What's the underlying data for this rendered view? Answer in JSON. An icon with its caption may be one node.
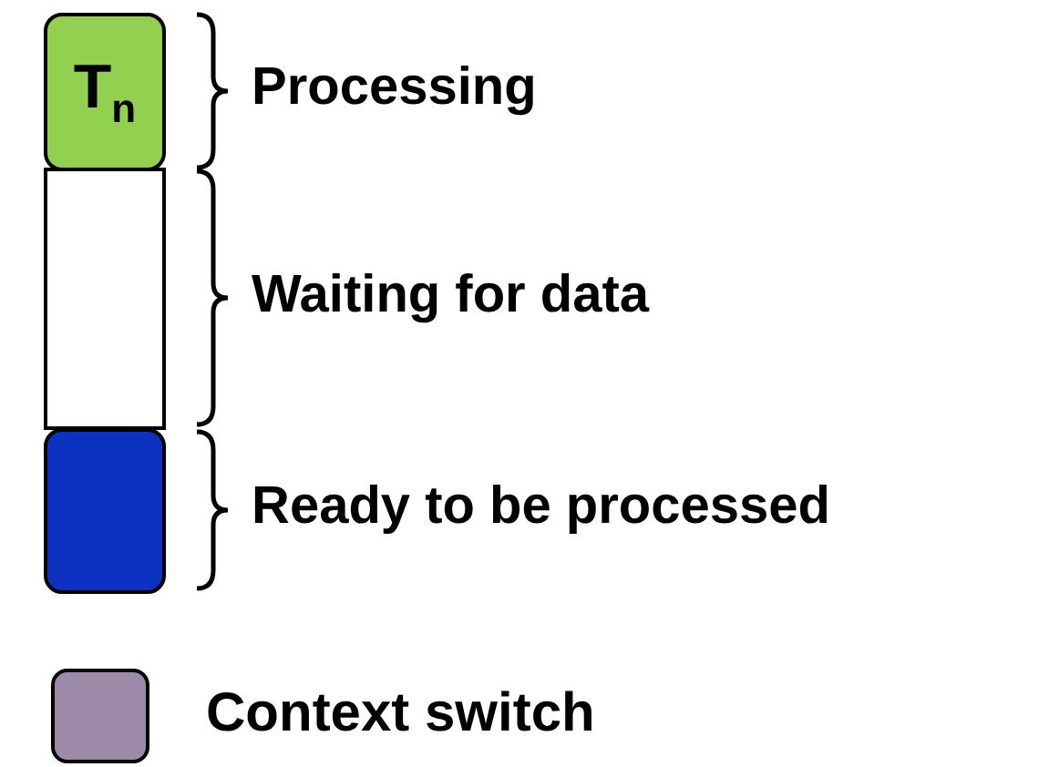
{
  "diagram": {
    "nodes": [
      {
        "text": [
          "T$_{n}$"
        ],
        "beside": [
          "Processing"
        ]
      },
      {
        "text": [],
        "shape": "box",
        "beside": [
          "Waiting for data"
        ]
      },
      {
        "text": [],
        "shape": "box",
        "beside": [
          "Ready to be processed"
        ]
      }
    ],
    "legend": [
      {
        "text": "Context switch",
        "color": "#9c8aa8"
      }
    ]
  }
}
